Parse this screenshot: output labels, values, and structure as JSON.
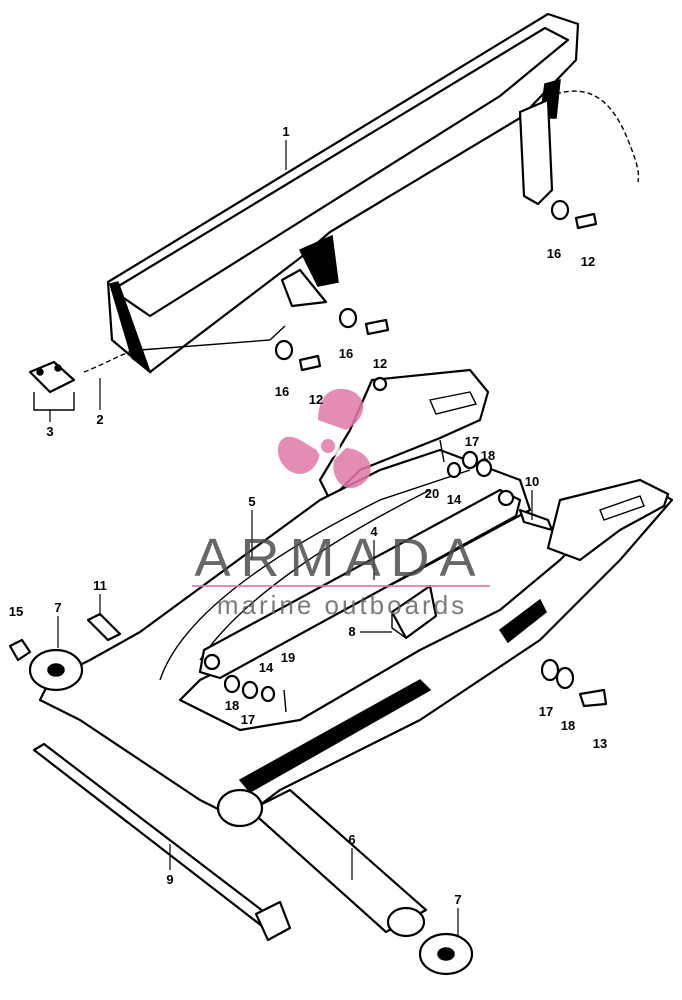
{
  "watermark": {
    "title": "ARMADA",
    "subtitle": "marine outboards",
    "logo_color": "#e07aa8",
    "text_color": "#4d4d4d"
  },
  "callouts": [
    {
      "id": "c1",
      "label": "1"
    },
    {
      "id": "c2",
      "label": "2"
    },
    {
      "id": "c3",
      "label": "3"
    },
    {
      "id": "c4",
      "label": "4"
    },
    {
      "id": "c5",
      "label": "5"
    },
    {
      "id": "c6",
      "label": "6"
    },
    {
      "id": "c7a",
      "label": "7"
    },
    {
      "id": "c7b",
      "label": "7"
    },
    {
      "id": "c8",
      "label": "8"
    },
    {
      "id": "c9",
      "label": "9"
    },
    {
      "id": "c10",
      "label": "10"
    },
    {
      "id": "c11",
      "label": "11"
    },
    {
      "id": "c12a",
      "label": "12"
    },
    {
      "id": "c12b",
      "label": "12"
    },
    {
      "id": "c12c",
      "label": "12"
    },
    {
      "id": "c13",
      "label": "13"
    },
    {
      "id": "c14a",
      "label": "14"
    },
    {
      "id": "c14b",
      "label": "14"
    },
    {
      "id": "c15",
      "label": "15"
    },
    {
      "id": "c16a",
      "label": "16"
    },
    {
      "id": "c16b",
      "label": "16"
    },
    {
      "id": "c16c",
      "label": "16"
    },
    {
      "id": "c17a",
      "label": "17"
    },
    {
      "id": "c17b",
      "label": "17"
    },
    {
      "id": "c17c",
      "label": "17"
    },
    {
      "id": "c18a",
      "label": "18"
    },
    {
      "id": "c18b",
      "label": "18"
    },
    {
      "id": "c18c",
      "label": "18"
    },
    {
      "id": "c19",
      "label": "19"
    },
    {
      "id": "c20",
      "label": "20"
    }
  ]
}
